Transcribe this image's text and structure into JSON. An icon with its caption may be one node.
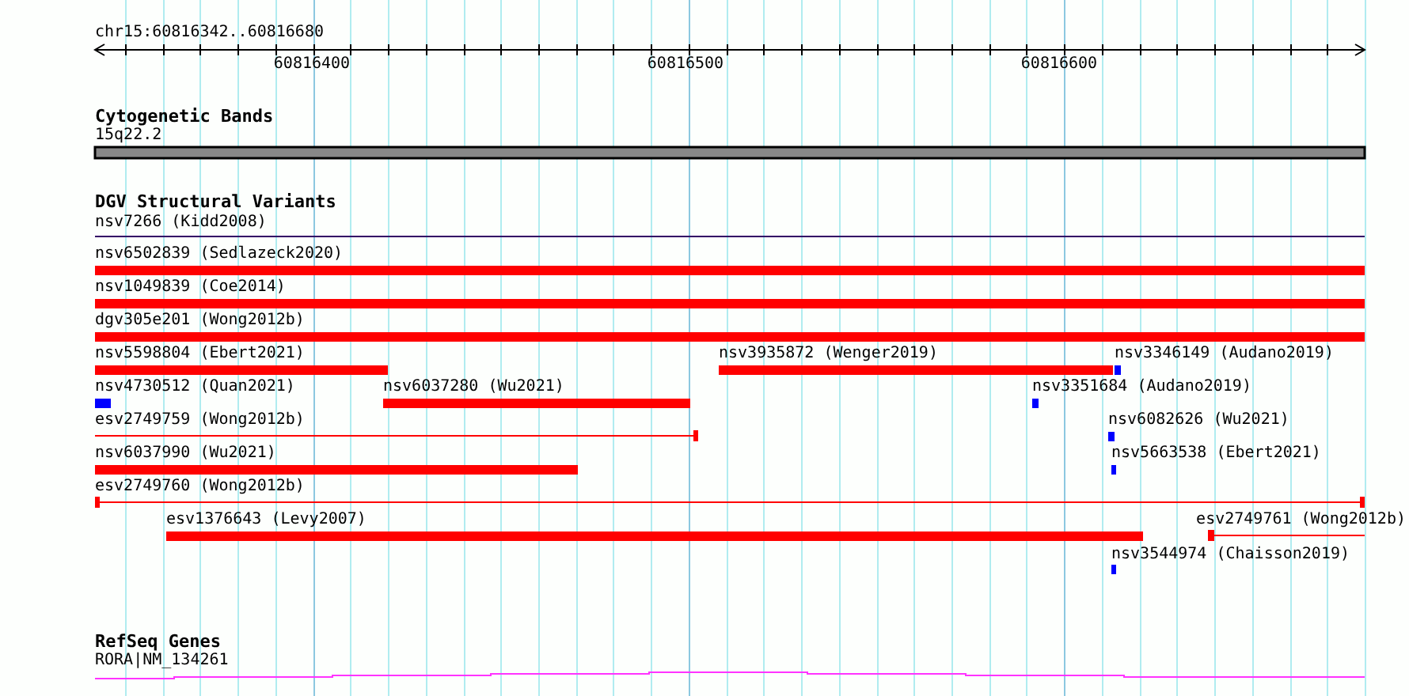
{
  "diagram": {
    "labels": [
      "chr15:60816342..60816680",
      "60816400",
      "60816500",
      "60816600",
      "Cytogenetic Bands",
      "15q22.2",
      "DGV Structural Variants",
      "nsv7266 (Kidd2008)",
      "nsv6502839 (Sedlazeck2020)",
      "nsv1049839 (Coe2014)",
      "dgv305e201 (Wong2012b)",
      "nsv5598804 (Ebert2021)",
      "nsv3935872 (Wenger2019)",
      "nsv3346149 (Audano2019)",
      "nsv4730512 (Quan2021)",
      "nsv6037280 (Wu2021)",
      "nsv3351684 (Audano2019)",
      "esv2749759 (Wong2012b)",
      "nsv6082626 (Wu2021)",
      "nsv6037990 (Wu2021)",
      "nsv5663538 (Ebert2021)",
      "esv2749760 (Wong2012b)",
      "esv1376643 (Levy2007)",
      "esv2749761 (Wong2012b)",
      "nsv3544974 (Chaisson2019)",
      "RefSeq Genes",
      "RORA|NM_134261"
    ]
  }
}
